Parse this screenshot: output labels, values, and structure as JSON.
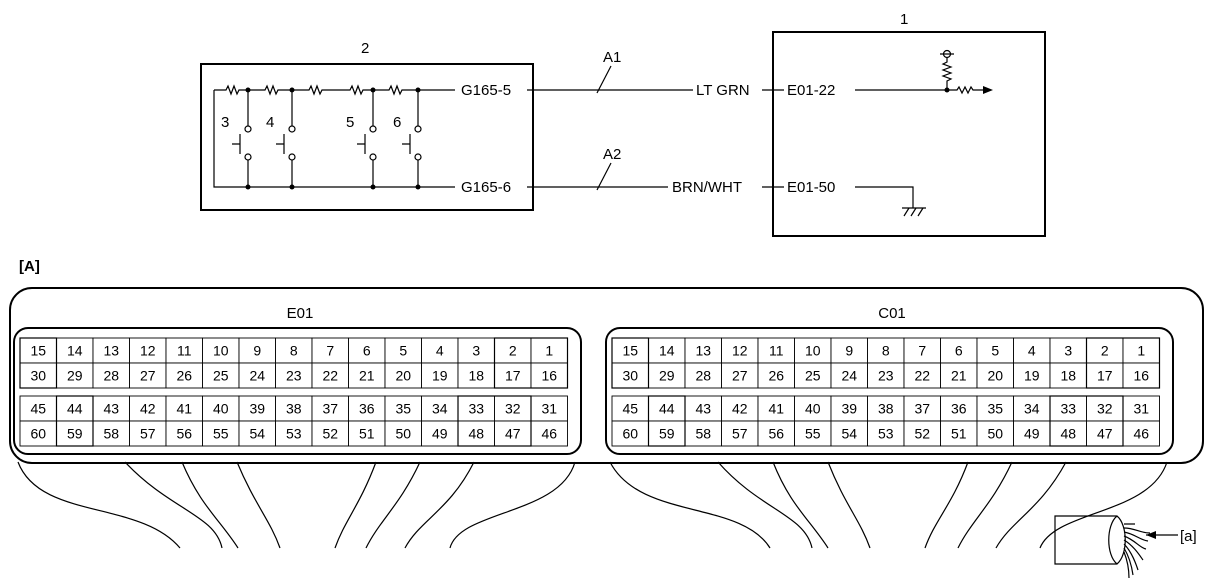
{
  "schematic": {
    "label_ecu": "1",
    "label_switch_pack": "2",
    "switch_labels": [
      "3",
      "4",
      "5",
      "6"
    ],
    "wire_a1": {
      "name": "A1",
      "color": "LT GRN",
      "from_pin": "G165-5",
      "to_pin": "E01-22"
    },
    "wire_a2": {
      "name": "A2",
      "color": "BRN/WHT",
      "from_pin": "G165-6",
      "to_pin": "E01-50"
    }
  },
  "connector_section": {
    "label": "[A]",
    "pigtail_label": "[a]",
    "connectors": [
      {
        "name": "E01",
        "rows": [
          [
            "15",
            "14",
            "13",
            "12",
            "11",
            "10",
            "9",
            "8",
            "7",
            "6",
            "5",
            "4",
            "3",
            "2",
            "1"
          ],
          [
            "30",
            "29",
            "28",
            "27",
            "26",
            "25",
            "24",
            "23",
            "22",
            "21",
            "20",
            "19",
            "18",
            "17",
            "16"
          ],
          [
            "45",
            "44",
            "43",
            "42",
            "41",
            "40",
            "39",
            "38",
            "37",
            "36",
            "35",
            "34",
            "33",
            "32",
            "31"
          ],
          [
            "60",
            "59",
            "58",
            "57",
            "56",
            "55",
            "54",
            "53",
            "52",
            "51",
            "50",
            "49",
            "48",
            "47",
            "46"
          ]
        ]
      },
      {
        "name": "C01",
        "rows": [
          [
            "15",
            "14",
            "13",
            "12",
            "11",
            "10",
            "9",
            "8",
            "7",
            "6",
            "5",
            "4",
            "3",
            "2",
            "1"
          ],
          [
            "30",
            "29",
            "28",
            "27",
            "26",
            "25",
            "24",
            "23",
            "22",
            "21",
            "20",
            "19",
            "18",
            "17",
            "16"
          ],
          [
            "45",
            "44",
            "43",
            "42",
            "41",
            "40",
            "39",
            "38",
            "37",
            "36",
            "35",
            "34",
            "33",
            "32",
            "31"
          ],
          [
            "60",
            "59",
            "58",
            "57",
            "56",
            "55",
            "54",
            "53",
            "52",
            "51",
            "50",
            "49",
            "48",
            "47",
            "46"
          ]
        ]
      }
    ]
  }
}
